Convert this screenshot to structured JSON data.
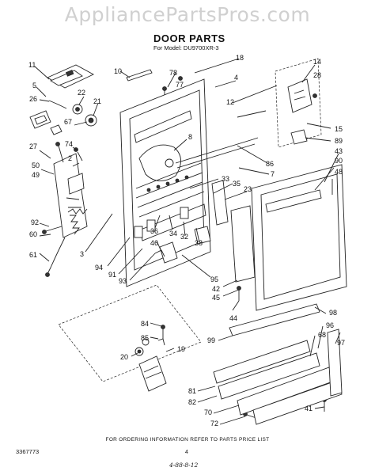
{
  "watermark": "AppliancePartsPros.com",
  "title": "DOOR PARTS",
  "model_line": "For Model: DU9700XR-3",
  "footer": {
    "ordering_info": "FOR ORDERING INFORMATION REFER TO PARTS PRICE LIST",
    "part_number": "3367773",
    "page": "4",
    "handwritten": "4-88-8-12"
  },
  "callouts": [
    "11",
    "5",
    "26",
    "27",
    "50",
    "49",
    "92",
    "60",
    "61",
    "3",
    "10",
    "78",
    "77",
    "18",
    "4",
    "22",
    "21",
    "67",
    "74",
    "2",
    "8",
    "12",
    "14",
    "28",
    "15",
    "89",
    "43",
    "90",
    "48",
    "86",
    "7",
    "33",
    "23",
    "35",
    "36",
    "46",
    "34",
    "32",
    "38",
    "94",
    "91",
    "93",
    "95",
    "42",
    "45",
    "44",
    "84",
    "85",
    "20",
    "19",
    "98",
    "99",
    "96",
    "68",
    "97",
    "81",
    "82",
    "70",
    "72",
    "41"
  ]
}
